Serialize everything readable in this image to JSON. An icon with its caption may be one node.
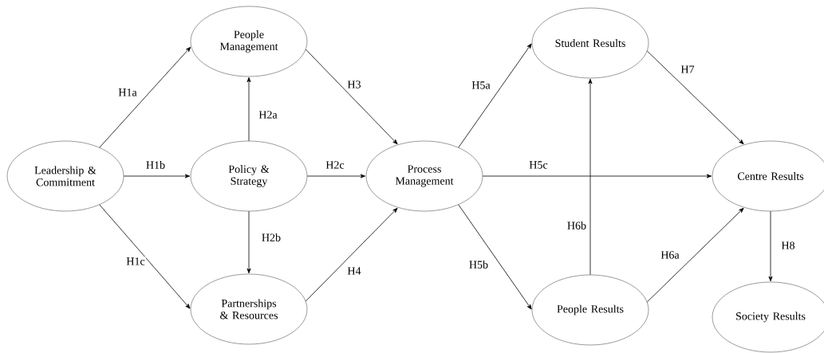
{
  "diagram": {
    "nodes": [
      {
        "text": [
          "Leadership & Commitment"
        ]
      },
      {
        "text": [
          "People Management"
        ]
      },
      {
        "text": [
          "Policy & Strategy"
        ]
      },
      {
        "text": [
          "Partnerships & Resources"
        ]
      },
      {
        "text": [
          "Process Management"
        ]
      },
      {
        "text": [
          "Student Results"
        ]
      },
      {
        "text": [
          "Centre Results"
        ]
      },
      {
        "text": [
          "People Results"
        ]
      },
      {
        "text": [
          "Society Results"
        ]
      }
    ],
    "edges": [
      {
        "from": 0,
        "to": 1,
        "arrow": "to",
        "label": "H1a"
      },
      {
        "from": 0,
        "to": 2,
        "arrow": "to",
        "label": "H1b"
      },
      {
        "from": 0,
        "to": 3,
        "arrow": "to",
        "label": "H1c"
      },
      {
        "from": 2,
        "to": 1,
        "arrow": "to",
        "label": "H2a"
      },
      {
        "from": 2,
        "to": 3,
        "arrow": "to",
        "label": "H2b"
      },
      {
        "from": 2,
        "to": 4,
        "arrow": "to",
        "label": "H2c"
      },
      {
        "from": 1,
        "to": 4,
        "arrow": "to",
        "label": "H3"
      },
      {
        "from": 3,
        "to": 4,
        "arrow": "to",
        "label": "H4"
      },
      {
        "from": 4,
        "to": 5,
        "arrow": "to",
        "label": "H5a"
      },
      {
        "from": 4,
        "to": 7,
        "arrow": "to",
        "label": "H5b"
      },
      {
        "from": 4,
        "to": 6,
        "arrow": "to",
        "label": "H5c"
      },
      {
        "from": 7,
        "to": 6,
        "arrow": "to",
        "label": "H6a"
      },
      {
        "from": 7,
        "to": 5,
        "arrow": "to",
        "label": "H6b"
      },
      {
        "from": 5,
        "to": 6,
        "arrow": "to",
        "label": "H7"
      },
      {
        "from": 6,
        "to": 8,
        "arrow": "to",
        "label": "H8"
      }
    ]
  }
}
